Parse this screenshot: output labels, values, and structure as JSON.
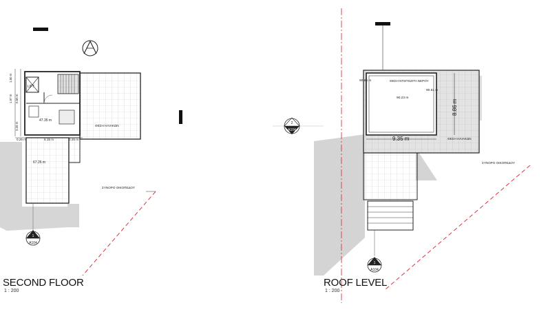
{
  "plans": {
    "second_floor": {
      "title": "SECOND FLOOR",
      "scale": "1 : 200",
      "lift_label": "LIFT",
      "area_inner": "47.35 m",
      "area_lower": "67.26 m",
      "terrace_label": "ΘΕΣΗ ΗΛΙΑΚΩΝ",
      "boundary_label": "ΣΥΝΟΡΟ ΟΙΚΟΠΕΔΟΥ",
      "dim_bottom": "6.15 m",
      "dim_left": "0.25 m",
      "dim_right": "0.25 m",
      "vertical_dims": [
        "1.50 m",
        "1.97 m",
        "0.50 m",
        "3.26 m"
      ],
      "section_top": {
        "number": "2",
        "sheet": "A104"
      },
      "section_bottom": {
        "number": "1",
        "sheet": "A104"
      }
    },
    "roof_level": {
      "title": "ROOF LEVEL",
      "scale": "1 : 200",
      "tank_label": "ΘΕΣΗ ΝΤΕΠΟΖΙΤΑ ΝΕΡΟΥ",
      "elev_left": "90.65 m",
      "elev_center": "90.23 m",
      "elev_right": "90.51 m",
      "dim_width": "9.35 m",
      "dim_height": "8.86 m",
      "terrace_label": "ΘΕΣΗ ΗΛΙΑΚΩΝ",
      "boundary_label": "ΣΥΝΟΡΟ ΟΙΚΟΠΕΔΟΥ",
      "section_bottom": {
        "number": "1",
        "sheet": "A104"
      }
    }
  },
  "north_arrow_icon": "north-arrow-icon",
  "colors": {
    "line": "#222222",
    "grid": "#c8c8c8",
    "shadow": "#d2d2d2",
    "boundary": "#d9363e"
  }
}
